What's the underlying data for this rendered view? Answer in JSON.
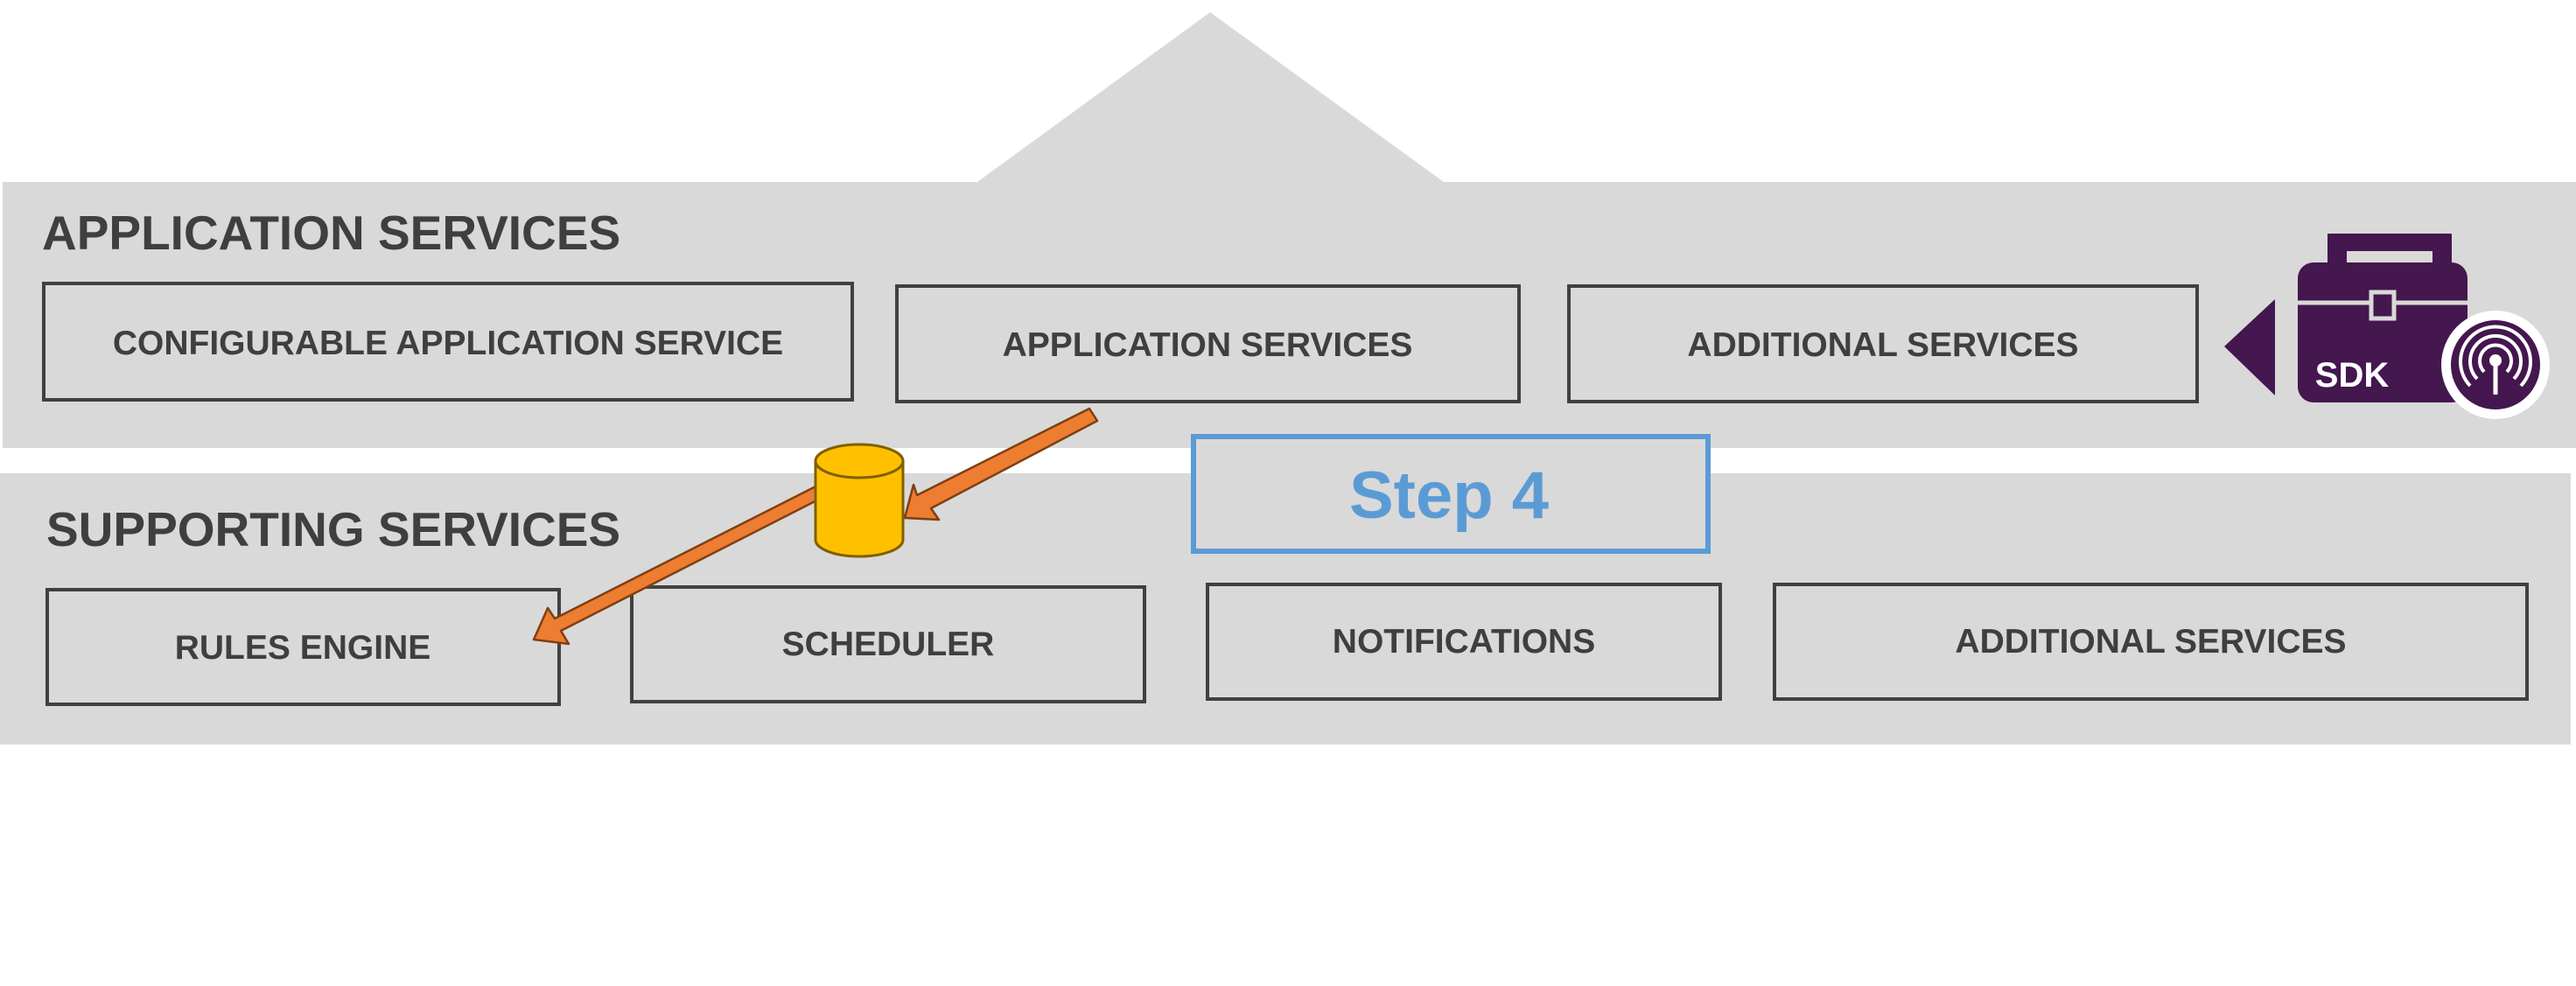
{
  "colors": {
    "panel": "#d9d9d9",
    "box_border": "#404040",
    "text": "#3f3f3f",
    "step_accent": "#5b9bd5",
    "arrow": "#ed7d31",
    "database": "#ffc000",
    "sdk": "#44174f"
  },
  "application_services": {
    "title": "APPLICATION SERVICES",
    "boxes": [
      "CONFIGURABLE APPLICATION SERVICE",
      "APPLICATION SERVICES",
      "ADDITIONAL SERVICES"
    ]
  },
  "supporting_services": {
    "title": "SUPPORTING SERVICES",
    "boxes": [
      "RULES ENGINE",
      "SCHEDULER",
      "NOTIFICATIONS",
      "ADDITIONAL SERVICES"
    ]
  },
  "step": {
    "label": "Step 4"
  },
  "sdk": {
    "label": "SDK",
    "icon": "toolbox-icon",
    "badge_icon": "broadcast-signal-icon"
  },
  "flow": {
    "icon": "database-icon"
  }
}
